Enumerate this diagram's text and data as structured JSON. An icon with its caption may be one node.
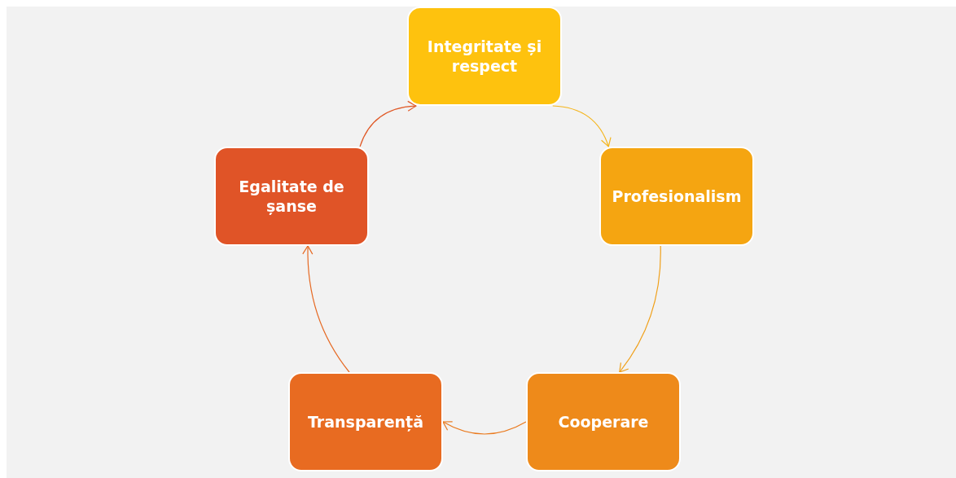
{
  "diagram": {
    "nodes": [
      {
        "text": [
          "Integritate și respect"
        ]
      },
      {
        "text": [
          "Profesionalism"
        ]
      },
      {
        "text": [
          "Cooperare"
        ]
      },
      {
        "text": [
          "Transparență"
        ]
      },
      {
        "text": [
          "Egalitate de șanse"
        ]
      }
    ],
    "edges": [
      {
        "from": 0,
        "to": 1,
        "arrow": "to",
        "color": "#f5b51c"
      },
      {
        "from": 1,
        "to": 2,
        "arrow": "to",
        "color": "#f0a01a"
      },
      {
        "from": 2,
        "to": 3,
        "arrow": "to",
        "color": "#ea7a1e"
      },
      {
        "from": 3,
        "to": 4,
        "arrow": "to",
        "color": "#e66a24"
      },
      {
        "from": 4,
        "to": 0,
        "arrow": "to",
        "color": "#e05a28"
      }
    ]
  }
}
